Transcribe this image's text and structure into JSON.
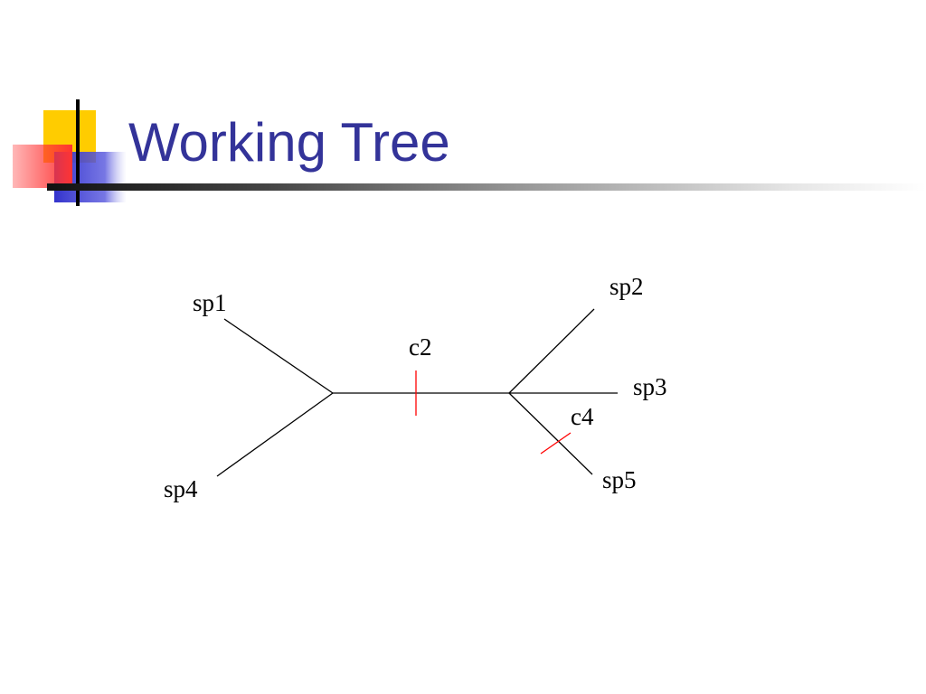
{
  "slide": {
    "title": "Working Tree",
    "accent_colors": {
      "title": "#333399",
      "logo_yellow": "#ffcc00",
      "logo_red": "#ff3333",
      "logo_blue": "#3333cc",
      "character_mark": "#ff0000"
    }
  },
  "tree": {
    "type": "unrooted-phylogenetic-tree",
    "leaves": [
      "sp1",
      "sp2",
      "sp3",
      "sp4",
      "sp5"
    ],
    "splits": [
      {
        "label": "c2",
        "separates": [
          [
            "sp1",
            "sp4"
          ],
          [
            "sp2",
            "sp3",
            "sp5"
          ]
        ]
      },
      {
        "label": "c4",
        "separates": [
          [
            "sp5"
          ],
          [
            "sp1",
            "sp2",
            "sp3",
            "sp4"
          ]
        ]
      }
    ]
  }
}
